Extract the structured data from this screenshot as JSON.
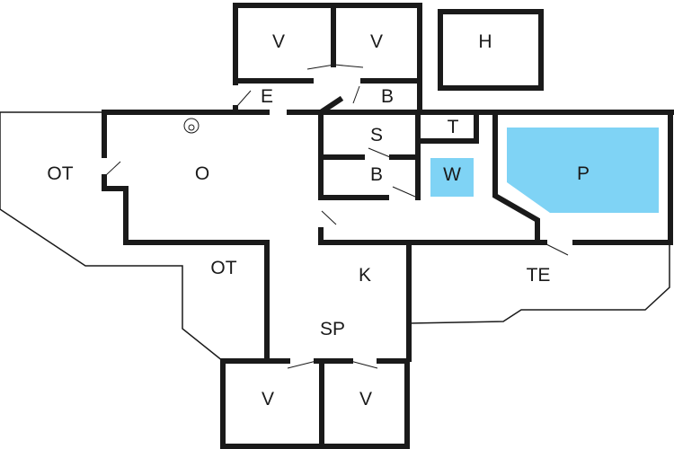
{
  "colors": {
    "wall": "#1a1a1a",
    "water": "#7fd3f5"
  },
  "rooms": [
    {
      "id": "v1",
      "label": "V"
    },
    {
      "id": "v2",
      "label": "V"
    },
    {
      "id": "h",
      "label": "H"
    },
    {
      "id": "e",
      "label": "E"
    },
    {
      "id": "b1",
      "label": "B"
    },
    {
      "id": "ot1",
      "label": "OT"
    },
    {
      "id": "o",
      "label": "O"
    },
    {
      "id": "s",
      "label": "S"
    },
    {
      "id": "t",
      "label": "T"
    },
    {
      "id": "b2",
      "label": "B"
    },
    {
      "id": "w",
      "label": "W"
    },
    {
      "id": "p",
      "label": "P"
    },
    {
      "id": "ot2",
      "label": "OT"
    },
    {
      "id": "k",
      "label": "K"
    },
    {
      "id": "te",
      "label": "TE"
    },
    {
      "id": "sp",
      "label": "SP"
    },
    {
      "id": "v3",
      "label": "V"
    },
    {
      "id": "v4",
      "label": "V"
    }
  ]
}
